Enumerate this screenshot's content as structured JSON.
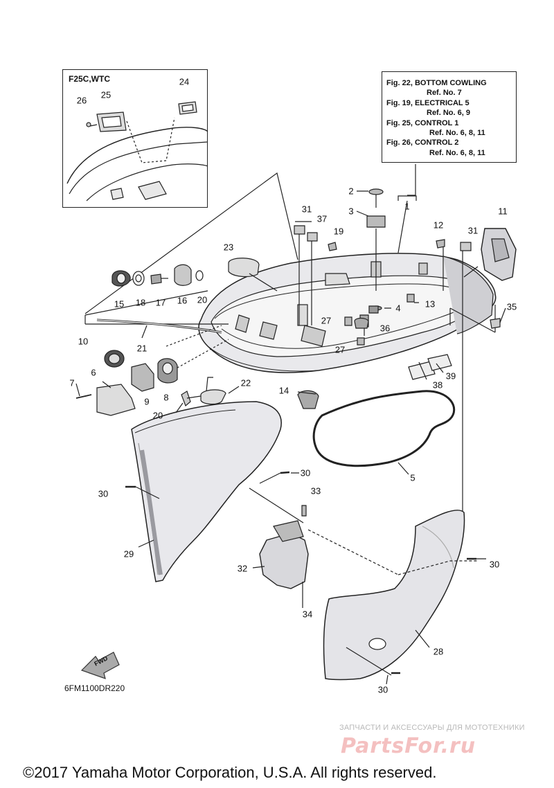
{
  "inset": {
    "title": "F25C,WTC"
  },
  "references": [
    {
      "fig": "Fig. 22, BOTTOM COWLING",
      "ref": "Ref. No. 7"
    },
    {
      "fig": "Fig. 19, ELECTRICAL 5",
      "ref": "Ref. No. 6, 9"
    },
    {
      "fig": "Fig. 25, CONTROL 1",
      "ref": "Ref. No. 6, 8, 11"
    },
    {
      "fig": "Fig. 26, CONTROL 2",
      "ref": "Ref. No. 6, 8, 11"
    }
  ],
  "callouts": [
    "1",
    "2",
    "3",
    "4",
    "5",
    "6",
    "7",
    "8",
    "9",
    "10",
    "11",
    "12",
    "13",
    "14",
    "15",
    "16",
    "17",
    "18",
    "19",
    "20",
    "20",
    "21",
    "22",
    "23",
    "24",
    "25",
    "26",
    "27",
    "27",
    "28",
    "29",
    "30",
    "30",
    "30",
    "30",
    "31",
    "31",
    "32",
    "33",
    "34",
    "35",
    "36",
    "37",
    "38",
    "39"
  ],
  "figure_code": "6FM1100DR220",
  "fwd_label": "FWD",
  "watermark": {
    "tagline": "ЗАПЧАСТИ И АКСЕССУАРЫ ДЛЯ МОТОТЕХНИКИ",
    "logo": "PartsFor.ru"
  },
  "copyright": "©2017 Yamaha Motor Corporation, U.S.A. All rights reserved."
}
